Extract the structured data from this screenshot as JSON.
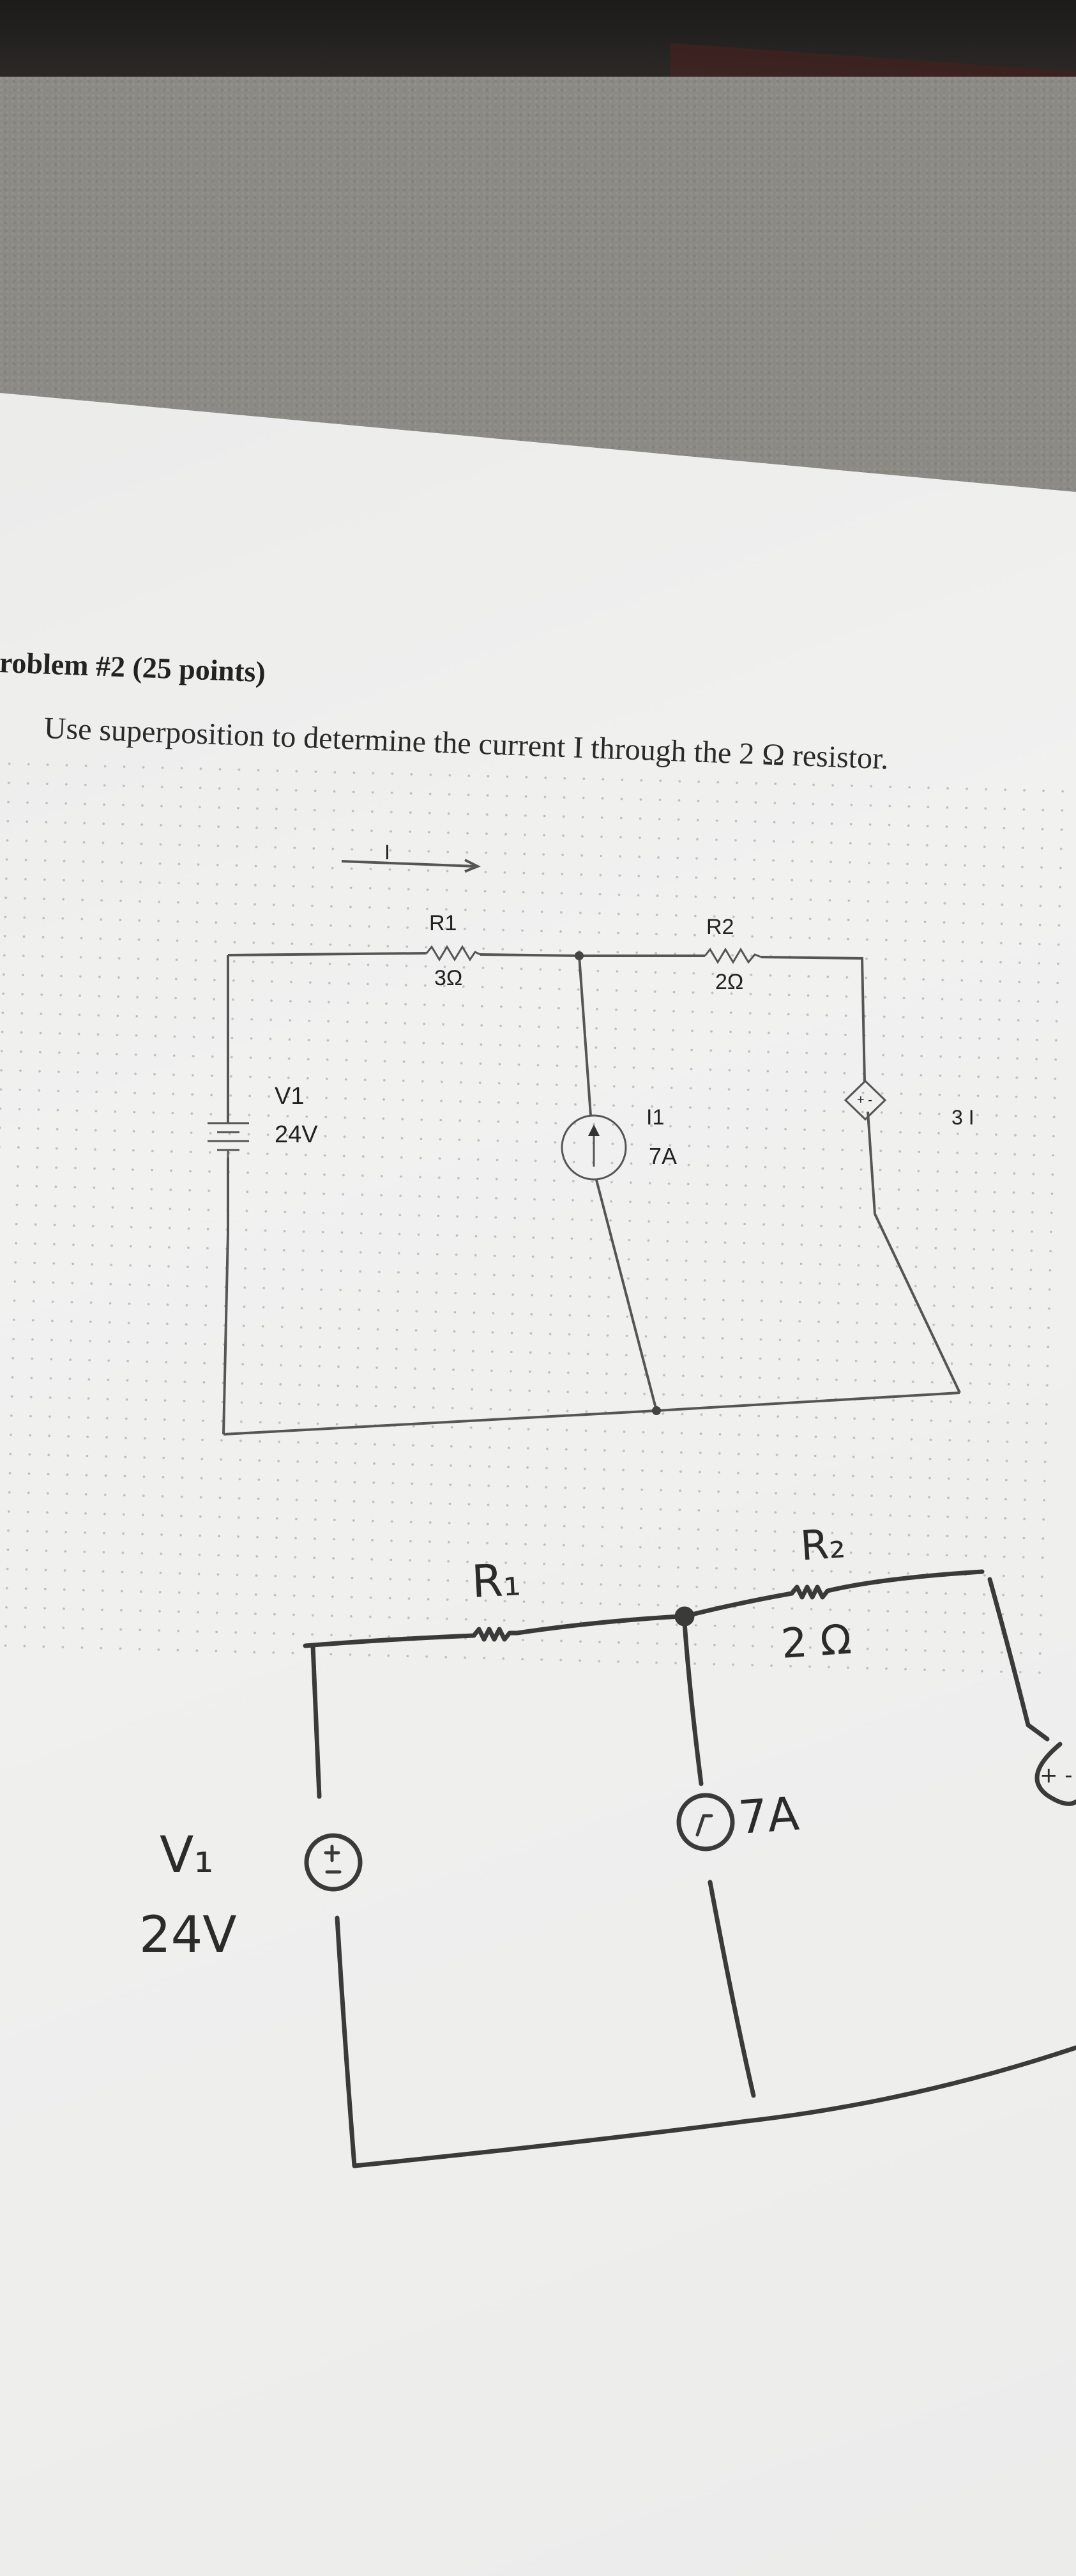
{
  "problem": {
    "heading": "roblem #2 (25 points)",
    "instruction": "Use superposition to determine the current I through the 2 Ω resistor."
  },
  "schematic": {
    "current_label": "I",
    "r1_name": "R1",
    "r1_value": "3Ω",
    "r2_name": "R2",
    "r2_value": "2Ω",
    "v1_name": "V1",
    "v1_value": "24V",
    "i1_name": "I1",
    "i1_value": "7A",
    "dep_source_label": "3 I",
    "dep_source_polarity": "+ -"
  },
  "hand_drawing": {
    "r1_label": "R₁",
    "r2_label": "R₂",
    "r2_value": "2 Ω",
    "v1_label": "V₁",
    "v1_value": "24V",
    "i_value": "7A",
    "dep_polarity": "+ -"
  }
}
